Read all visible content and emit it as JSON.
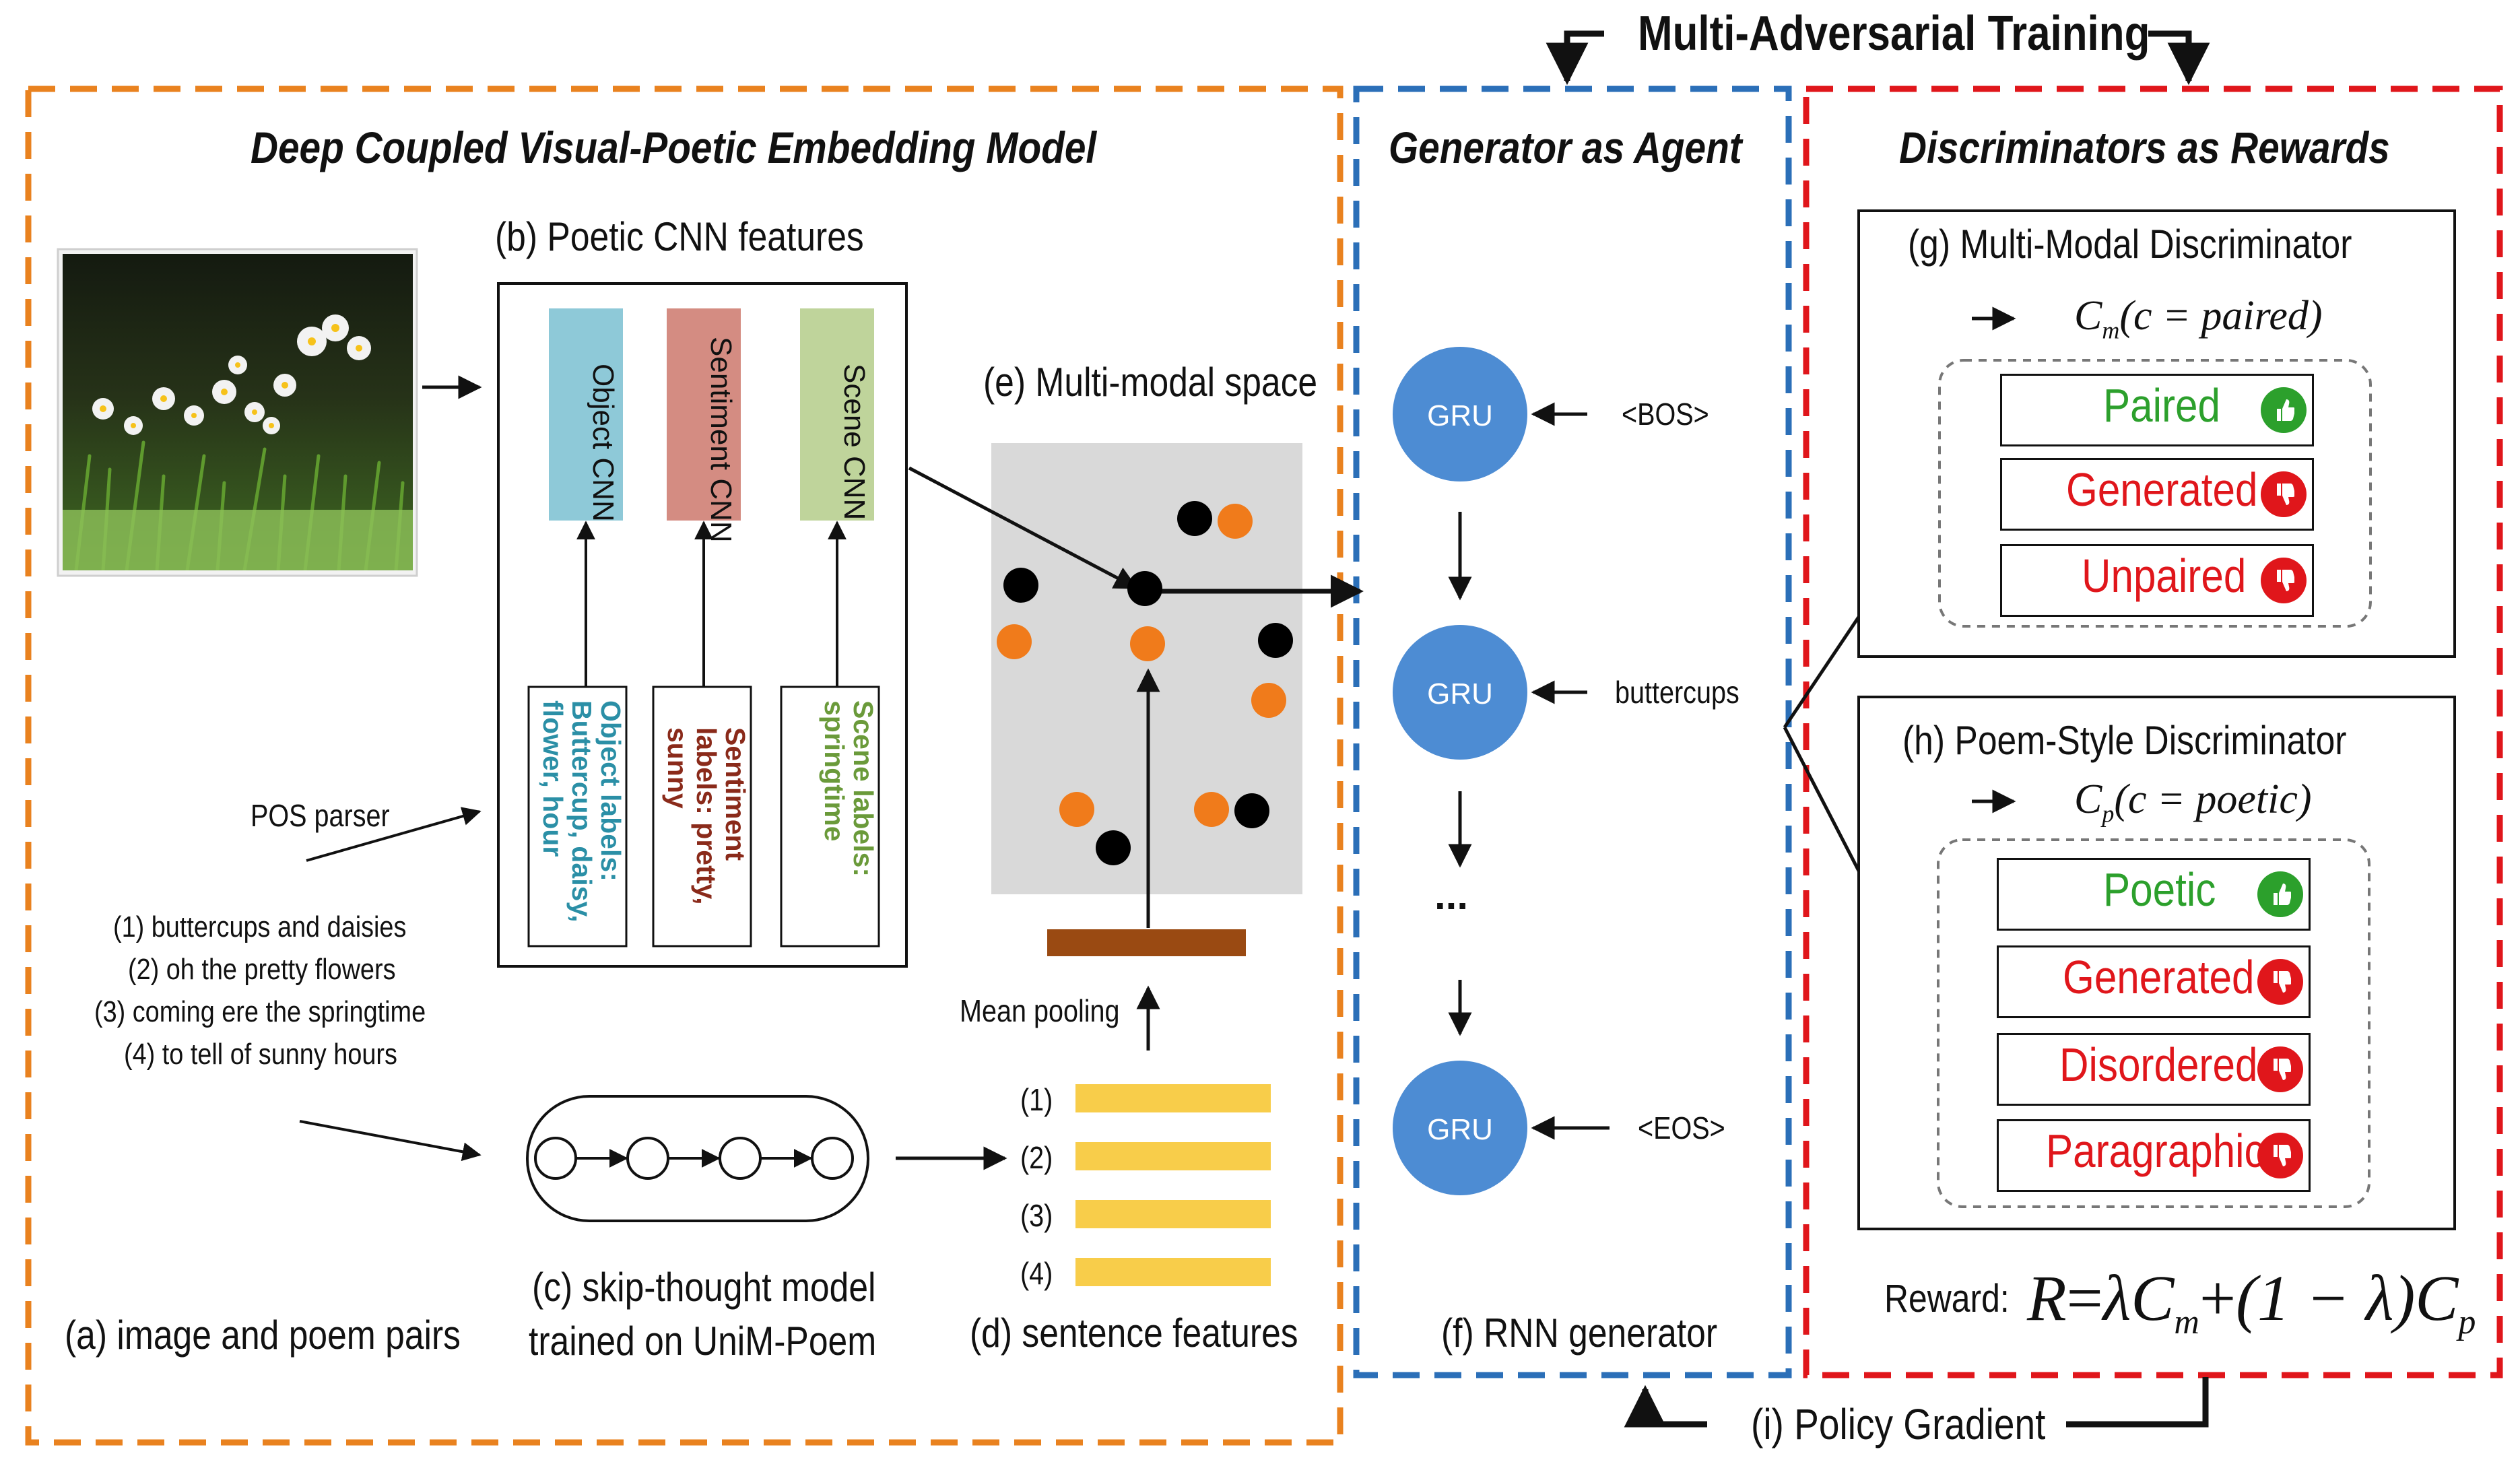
{
  "header": {
    "multi_adversarial": "Multi-Adversarial Training"
  },
  "panels": {
    "embedding_title": "Deep Coupled Visual-Poetic Embedding Model",
    "generator_title": "Generator as Agent",
    "discriminators_title": "Discriminators as Rewards"
  },
  "cnn": {
    "title": "(b) Poetic CNN features",
    "object": "Object CNN",
    "sentiment": "Sentiment CNN",
    "scene": "Scene CNN",
    "object_labels": "Object labels: Buttercup, daisy, flower, hour",
    "sentiment_labels": "Sentiment labels: pretty, sunny",
    "scene_labels": "Scene labels: springtime"
  },
  "left": {
    "pos_parser": "POS parser",
    "poem_lines": [
      "(1) buttercups and daisies",
      "(2) oh the pretty flowers",
      "(3) coming ere the springtime",
      "(4) to tell of sunny hours"
    ],
    "caption_a": "(a) image and poem pairs",
    "caption_c_line1": "(c) skip-thought model",
    "caption_c_line2": "trained on UniM-Poem"
  },
  "multimodal": {
    "title": "(e) Multi-modal space",
    "mean_pooling": "Mean pooling",
    "sentence_nums": [
      "(1)",
      "(2)",
      "(3)",
      "(4)"
    ],
    "caption_d": "(d) sentence features"
  },
  "generator": {
    "gru_label": "GRU",
    "inputs": [
      "<BOS>",
      "buttercups",
      "<EOS>"
    ],
    "ellipsis": "...",
    "caption_f": "(f) RNN generator"
  },
  "disc_g": {
    "title": "(g) Multi-Modal Discriminator",
    "formula": "C_m(c = paired)",
    "formula_main": "C",
    "formula_sub": "m",
    "formula_arg": "(c = paired)",
    "badges": [
      {
        "label": "Paired",
        "status": "positive"
      },
      {
        "label": "Generated",
        "status": "negative"
      },
      {
        "label": "Unpaired",
        "status": "negative"
      }
    ]
  },
  "disc_h": {
    "title": "(h) Poem-Style Discriminator",
    "formula": "C_p(c = poetic)",
    "formula_main": "C",
    "formula_sub": "p",
    "formula_arg": "(c = poetic)",
    "badges": [
      {
        "label": "Poetic",
        "status": "positive"
      },
      {
        "label": "Generated",
        "status": "negative"
      },
      {
        "label": "Disordered",
        "status": "negative"
      },
      {
        "label": "Paragraphic",
        "status": "negative"
      }
    ]
  },
  "reward": {
    "label": "Reward:",
    "formula": "R = λC_m + (1 − λ)C_p",
    "r": "R",
    "eq": "=",
    "lambda": "λ",
    "c": "C",
    "sub_m": "m",
    "plus": "+",
    "paren": "(1 − λ)",
    "sub_p": "p"
  },
  "policy": {
    "label": "(i) Policy Gradient"
  },
  "colors": {
    "orange_frame": "#e9821f",
    "blue_frame": "#2b6fb8",
    "red_frame": "#e0161b",
    "object_cnn": "#8ec9d8",
    "sentiment_cnn": "#d48c82",
    "scene_cnn": "#bfd49b",
    "object_text": "#2b8fa6",
    "sentiment_text": "#8a2a1a",
    "scene_text": "#6a9a3a",
    "gru": "#4d8cd3",
    "positive": "#2ca02c",
    "negative": "#e0161b",
    "sentence_bar": "#f8cd4a",
    "pooling_bar": "#9a4a12",
    "space_bg": "#d9d9d9"
  }
}
